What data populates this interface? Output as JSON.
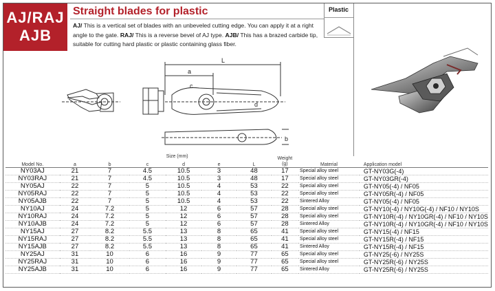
{
  "badge": {
    "line1": "AJ/RAJ",
    "line2": "AJB"
  },
  "title": "Straight blades for plastic",
  "description": {
    "aj_label": "AJ/",
    "aj_text": " This is a vertical set of blades with an unbeveled cutting edge. You can apply it at a right angle to the gate. ",
    "raj_label": "RAJ/",
    "raj_text": " This is a reverse bevel of AJ type. ",
    "ajb_label": "AJB/",
    "ajb_text": " This has a brazed carbide tip, suitable for cutting hard plastic or plastic containing glass fiber."
  },
  "plastic_label": "Plastic",
  "drawing_labels": {
    "L": "L",
    "a": "a",
    "c": "c",
    "d": "d",
    "b": "b"
  },
  "table": {
    "headers": {
      "model": "Model No.",
      "size": "Size (mm)",
      "a": "a",
      "b": "b",
      "c": "c",
      "d": "d",
      "e": "e",
      "L": "L",
      "weight": "Weight",
      "weight_unit": "(g)",
      "material": "Material",
      "application": "Application model"
    },
    "rows": [
      {
        "model": "NY03AJ",
        "a": "21",
        "b": "7",
        "c": "4.5",
        "d": "10.5",
        "e": "3",
        "L": "48",
        "w": "17",
        "mat": "Special alloy steel",
        "app": "GT-NY03G(-4)"
      },
      {
        "model": "NY03RAJ",
        "a": "21",
        "b": "7",
        "c": "4.5",
        "d": "10.5",
        "e": "3",
        "L": "48",
        "w": "17",
        "mat": "Special alloy steel",
        "app": "GT-NY03GR(-4)"
      },
      {
        "model": "NY05AJ",
        "a": "22",
        "b": "7",
        "c": "5",
        "d": "10.5",
        "e": "4",
        "L": "53",
        "w": "22",
        "mat": "Special alloy steel",
        "app": "GT-NY05(-4) / NF05"
      },
      {
        "model": "NY05RAJ",
        "a": "22",
        "b": "7",
        "c": "5",
        "d": "10.5",
        "e": "4",
        "L": "53",
        "w": "22",
        "mat": "Special alloy steel",
        "app": "GT-NY05R(-4) / NF05"
      },
      {
        "model": "NY05AJB",
        "a": "22",
        "b": "7",
        "c": "5",
        "d": "10.5",
        "e": "4",
        "L": "53",
        "w": "22",
        "mat": "Sintered Alloy",
        "app": "GT-NY05(-4) / NF05"
      },
      {
        "model": "NY10AJ",
        "a": "24",
        "b": "7.2",
        "c": "5",
        "d": "12",
        "e": "6",
        "L": "57",
        "w": "28",
        "mat": "Special alloy steel",
        "app": "GT-NY10(-4) / NY10G(-4) / NF10 / NY10S"
      },
      {
        "model": "NY10RAJ",
        "a": "24",
        "b": "7.2",
        "c": "5",
        "d": "12",
        "e": "6",
        "L": "57",
        "w": "28",
        "mat": "Special alloy steel",
        "app": "GT-NY10R(-4) / NY10GR(-4) / NF10 / NY10S"
      },
      {
        "model": "NY10AJB",
        "a": "24",
        "b": "7.2",
        "c": "5",
        "d": "12",
        "e": "6",
        "L": "57",
        "w": "28",
        "mat": "Sintered Alloy",
        "app": "GT-NY10R(-4) / NY10GR(-4) / NF10 / NY10S"
      },
      {
        "model": "NY15AJ",
        "a": "27",
        "b": "8.2",
        "c": "5.5",
        "d": "13",
        "e": "8",
        "L": "65",
        "w": "41",
        "mat": "Special alloy steel",
        "app": "GT-NY15(-4) / NF15"
      },
      {
        "model": "NY15RAJ",
        "a": "27",
        "b": "8.2",
        "c": "5.5",
        "d": "13",
        "e": "8",
        "L": "65",
        "w": "41",
        "mat": "Special alloy steel",
        "app": "GT-NY15R(-4) / NF15"
      },
      {
        "model": "NY15AJB",
        "a": "27",
        "b": "8.2",
        "c": "5.5",
        "d": "13",
        "e": "8",
        "L": "65",
        "w": "41",
        "mat": "Sintered Alloy",
        "app": "GT-NY15R(-4) / NF15"
      },
      {
        "model": "NY25AJ",
        "a": "31",
        "b": "10",
        "c": "6",
        "d": "16",
        "e": "9",
        "L": "77",
        "w": "65",
        "mat": "Special alloy steel",
        "app": "GT-NY25(-6) / NY25S"
      },
      {
        "model": "NY25RAJ",
        "a": "31",
        "b": "10",
        "c": "6",
        "d": "16",
        "e": "9",
        "L": "77",
        "w": "65",
        "mat": "Special alloy steel",
        "app": "GT-NY25R(-6) / NY25S"
      },
      {
        "model": "NY25AJB",
        "a": "31",
        "b": "10",
        "c": "6",
        "d": "16",
        "e": "9",
        "L": "77",
        "w": "65",
        "mat": "Sintered Alloy",
        "app": "GT-NY25R(-6) / NY25S"
      }
    ]
  },
  "colors": {
    "badge": "#b3212a",
    "title": "#b3212a"
  }
}
